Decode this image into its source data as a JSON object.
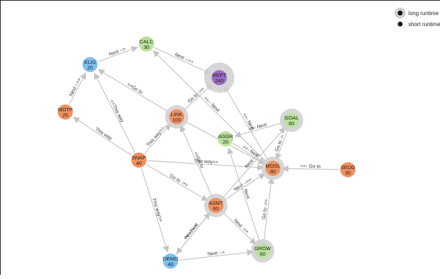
{
  "legend": {
    "long_label": "long runtime",
    "short_label": "short runtime"
  },
  "colors": {
    "orange": "#f0905f",
    "green": "#b9e29a",
    "blue": "#7ec0ef",
    "purple": "#9b6cc5",
    "halo": "#cfcfcf",
    "edge": "#c4c4c4"
  },
  "nodes": [
    {
      "id": "CALC",
      "value": "30",
      "color": "green",
      "halo": false
    },
    {
      "id": "ELIG",
      "value": "20",
      "color": "blue",
      "halo": false
    },
    {
      "id": "MOTP",
      "value": "20",
      "color": "orange",
      "halo": false
    },
    {
      "id": "REPT",
      "value": "240",
      "color": "purple",
      "halo": true
    },
    {
      "id": "LINK",
      "value": "100",
      "color": "orange",
      "halo": true
    },
    {
      "id": "GOAL",
      "value": "60",
      "color": "green",
      "halo": true
    },
    {
      "id": "AGGR",
      "value": "20",
      "color": "green",
      "halo": false
    },
    {
      "id": "SNAP",
      "value": "40",
      "color": "orange",
      "halo": false
    },
    {
      "id": "MOSL",
      "value": "80",
      "color": "orange",
      "halo": true
    },
    {
      "id": "SEDD",
      "value": "30",
      "color": "orange",
      "halo": false
    },
    {
      "id": "ASMT",
      "value": "60",
      "color": "orange",
      "halo": true
    },
    {
      "id": "GROW",
      "value": "60",
      "color": "green",
      "halo": true
    },
    {
      "id": "DEMO",
      "value": "40",
      "color": "blue",
      "halo": false
    }
  ],
  "edges": [
    {
      "from": "ELIG",
      "to": "CALC",
      "label": "Next -->"
    },
    {
      "from": "CALC",
      "to": "REPT",
      "label": "Next -->>"
    },
    {
      "from": "MOTP",
      "to": "ELIG",
      "label": "Next -->>"
    },
    {
      "from": "SNAP",
      "to": "ELIG",
      "label": "<<This way"
    },
    {
      "from": "SNAP",
      "to": "MOTP",
      "label": "This way"
    },
    {
      "from": "SNAP",
      "to": "LINK",
      "label": "This way>>"
    },
    {
      "from": "SNAP",
      "to": "MOSL",
      "label": "This way>>"
    },
    {
      "from": "SNAP",
      "to": "ASMT",
      "label": "Go to ->>"
    },
    {
      "from": "SNAP",
      "to": "DEMO",
      "label": "This way>>"
    },
    {
      "from": "LINK",
      "to": "ELIG",
      "label": "<<Go to"
    },
    {
      "from": "LINK",
      "to": "REPT",
      "label": "Go to ->>"
    },
    {
      "from": "LINK",
      "to": "MOSL",
      "label": ""
    },
    {
      "from": "MOSL",
      "to": "CALC",
      "label": "<<-- Next"
    },
    {
      "from": "MOSL",
      "to": "REPT",
      "label": "<<- Next"
    },
    {
      "from": "ASMT",
      "to": "LINK",
      "label": "<<Go to"
    },
    {
      "from": "ASMT",
      "to": "GOAL",
      "label": "Next -->"
    },
    {
      "from": "ASMT",
      "to": "MOSL",
      "label": "Next -->>"
    },
    {
      "from": "ASMT",
      "to": "GROW",
      "label": "Next ->>"
    },
    {
      "from": "ASMT",
      "to": "DEMO",
      "label": "<<-- Next"
    },
    {
      "from": "DEMO",
      "to": "ASMT",
      "label": "Next -->"
    },
    {
      "from": "GOAL",
      "to": "AGGR",
      "label": "<<- Next"
    },
    {
      "from": "GOAL",
      "to": "MOSL",
      "label": "Go to ->"
    },
    {
      "from": "AGGR",
      "to": "MOSL",
      "label": "<<- Next"
    },
    {
      "from": "GROW",
      "to": "AGGR",
      "label": "Next"
    },
    {
      "from": "GROW",
      "to": "MOSL",
      "label": "Go to ->>"
    },
    {
      "from": "SEDD",
      "to": "MOSL",
      "label": "<<- Go to"
    },
    {
      "from": "DEMO",
      "to": "GROW",
      "label": "Next -->"
    }
  ]
}
